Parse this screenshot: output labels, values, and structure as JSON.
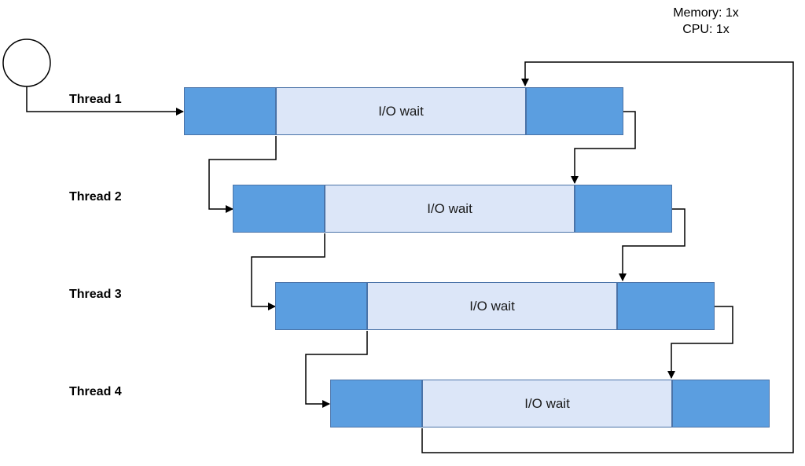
{
  "resources": {
    "memory": "Memory: 1x",
    "cpu": "CPU: 1x"
  },
  "threads": [
    {
      "label": "Thread 1",
      "io_label": "I/O wait"
    },
    {
      "label": "Thread 2",
      "io_label": "I/O wait"
    },
    {
      "label": "Thread 3",
      "io_label": "I/O wait"
    },
    {
      "label": "Thread 4",
      "io_label": "I/O wait"
    }
  ],
  "colors": {
    "cpu_block": "#5b9ee0",
    "io_block": "#dce6f8",
    "border": "#4a73a8",
    "arrow": "#000000"
  },
  "icons": {
    "start": "start-circle-icon"
  }
}
